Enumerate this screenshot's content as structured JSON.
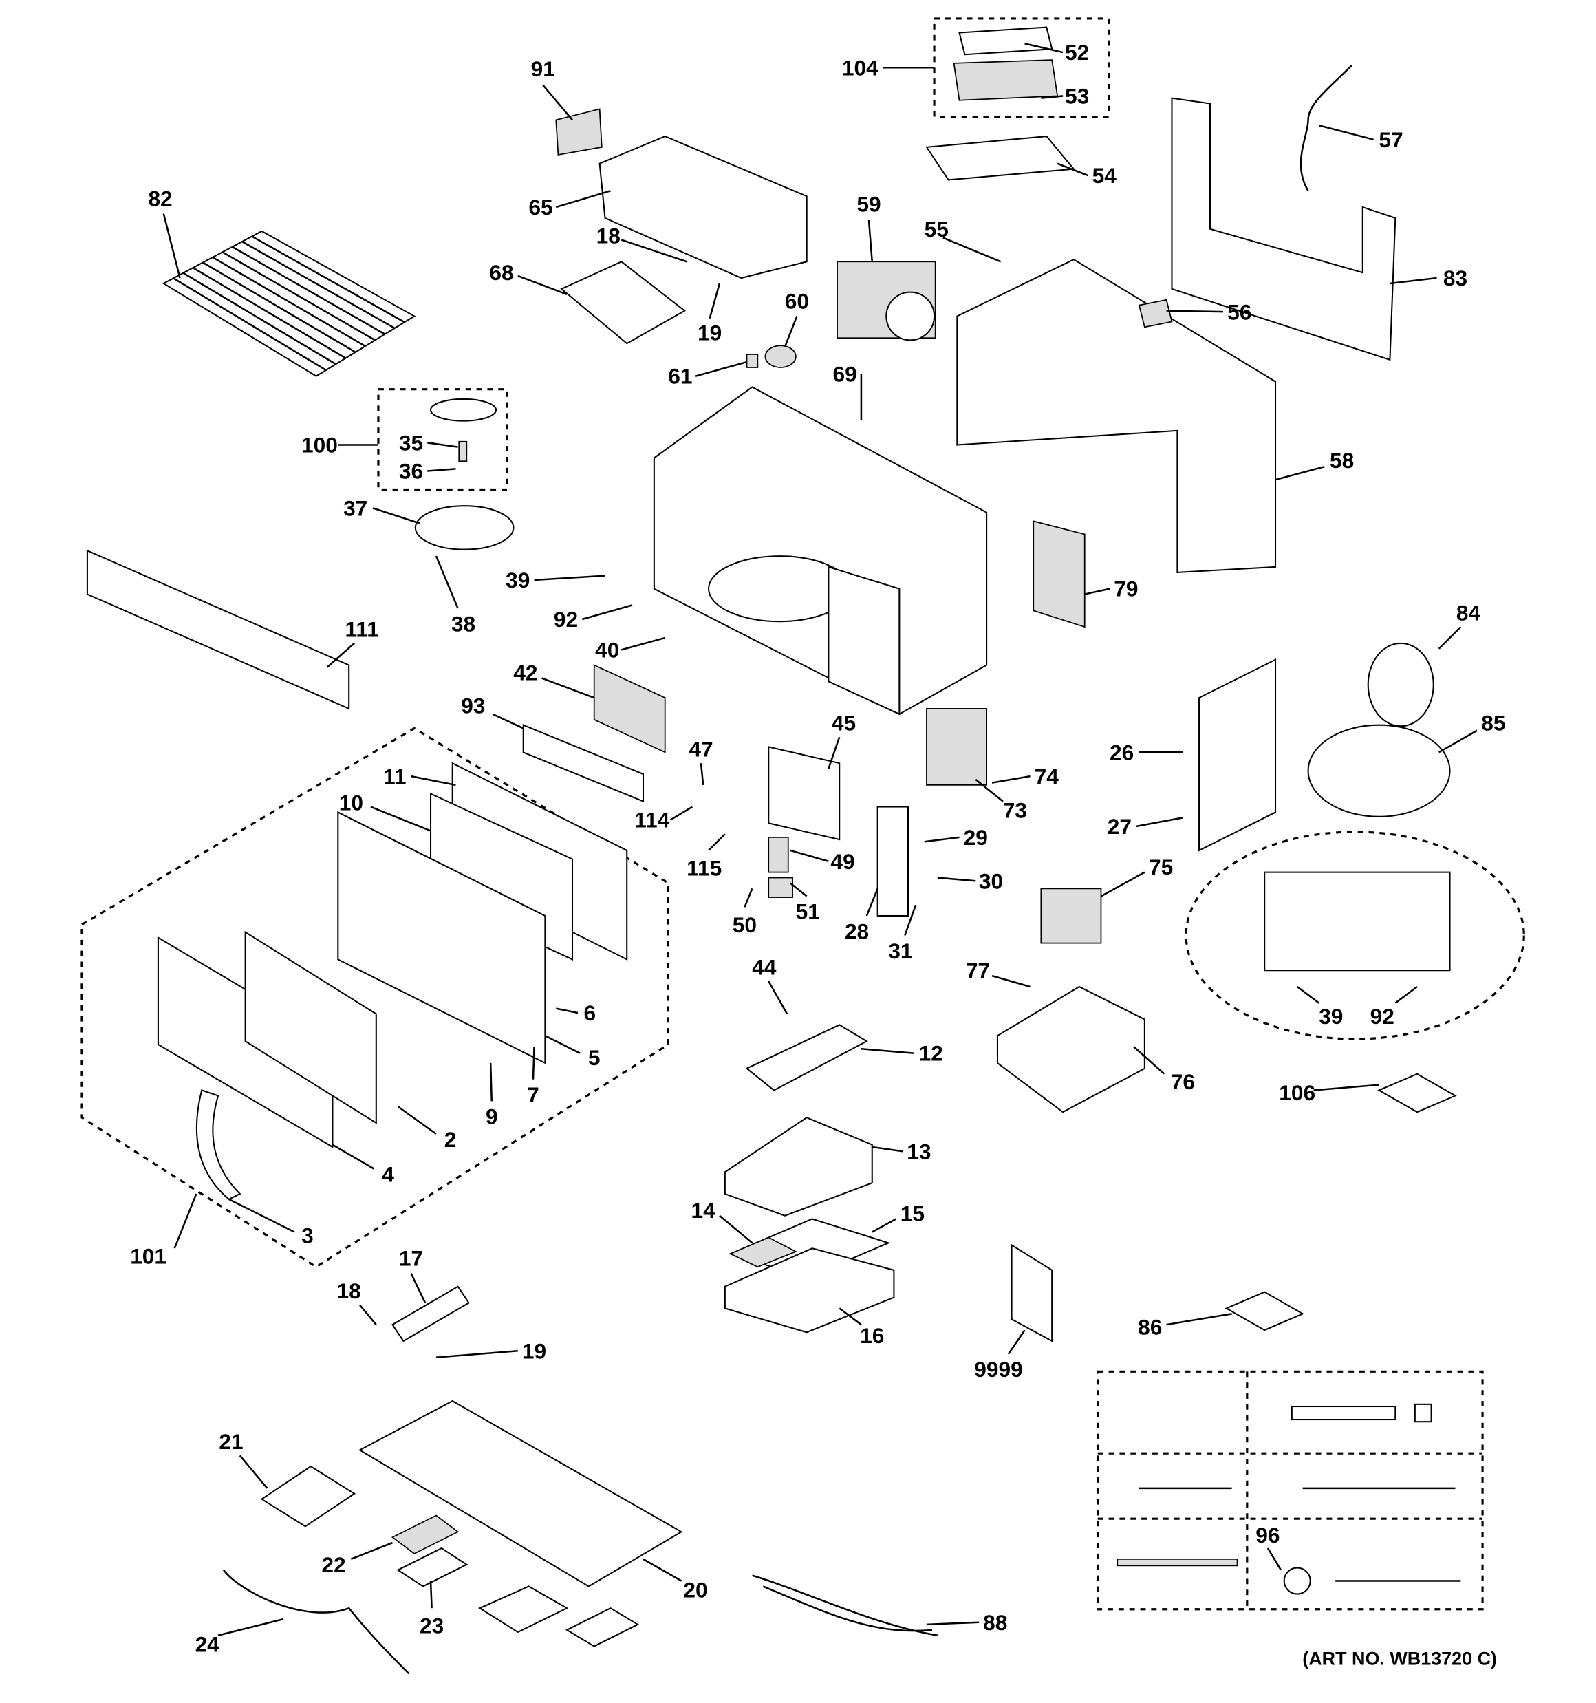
{
  "diagram": {
    "art_number": "(ART NO. WB13720 C)",
    "callouts": [
      "104",
      "52",
      "53",
      "91",
      "57",
      "54",
      "82",
      "59",
      "65",
      "18",
      "55",
      "83",
      "68",
      "60",
      "56",
      "19",
      "61",
      "69",
      "100",
      "35",
      "36",
      "58",
      "37",
      "39",
      "79",
      "92",
      "38",
      "40",
      "111",
      "84",
      "42",
      "93",
      "85",
      "45",
      "47",
      "26",
      "11",
      "74",
      "10",
      "114",
      "73",
      "27",
      "29",
      "115",
      "49",
      "75",
      "30",
      "51",
      "50",
      "28",
      "31",
      "44",
      "77",
      "6",
      "39",
      "92",
      "5",
      "12",
      "76",
      "106",
      "9",
      "7",
      "2",
      "4",
      "13",
      "14",
      "15",
      "3",
      "101",
      "17",
      "16",
      "18",
      "86",
      "19",
      "9999",
      "21",
      "96",
      "22",
      "20",
      "23",
      "24",
      "88"
    ]
  }
}
